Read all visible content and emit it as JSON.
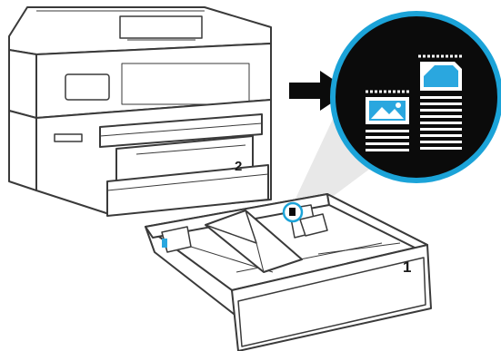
{
  "labels": {
    "tray_main": "2",
    "tray_removed": "1"
  },
  "icons": {
    "arrow": "arrow-right-icon",
    "callout_circle": "magnifier-callout",
    "left_icon": "landscape-paper-icon",
    "right_icon": "portrait-paper-icon"
  },
  "colors": {
    "callout_ring": "#1ba3d8",
    "callout_fill": "#0b0b0b",
    "icon_blue": "#2aa7df",
    "icon_white": "#ffffff",
    "outline": "#3a3a3a",
    "printer_fill": "#ffffff",
    "beam": "#e6e6e6"
  }
}
